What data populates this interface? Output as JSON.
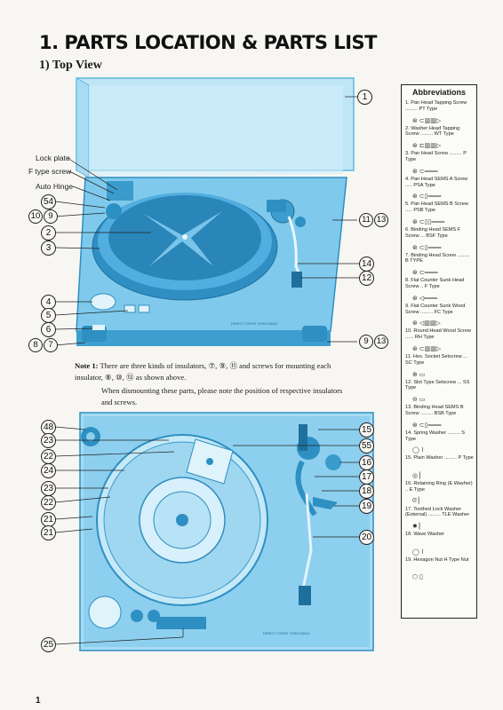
{
  "header": {
    "title": "1. PARTS LOCATION & PARTS LIST",
    "subtitle": "1) Top View"
  },
  "top_view": {
    "labels": {
      "lock_plate": "Lock plate",
      "f_type_screw": "F type screw",
      "auto_hinge": "Auto Hinge"
    },
    "callouts": {
      "c1": "1",
      "c54": "54",
      "c10": "10",
      "c9": "9",
      "c2": "2",
      "c3": "3",
      "c11": "11",
      "c13": "13",
      "c14": "14",
      "c12": "12",
      "c4": "4",
      "c5": "5",
      "c6": "6",
      "c8": "8",
      "c7": "7",
      "c9b": "9",
      "c13b": "13"
    }
  },
  "note": {
    "head": "Note 1:",
    "line1": "There are three kinds of insulators, ⑦, ⑨, ⑪ and screws for mounting each insulator, ⑧, ⑩, ⑬ as shown above.",
    "line2": "When dismounting these parts, please note the position of respective insulators and screws."
  },
  "bottom_view": {
    "callouts": {
      "c48": "48",
      "c23": "23",
      "c22": "22",
      "c24": "24",
      "c23b": "23",
      "c22b": "22",
      "c21": "21",
      "c21b": "21",
      "c25": "25",
      "c15": "15",
      "c55": "55",
      "c16": "16",
      "c17": "17",
      "c18": "18",
      "c19": "19",
      "c20": "20"
    }
  },
  "abbreviations": {
    "title": "Abbreviations",
    "items": [
      {
        "text": "1. Pan Head Tapping Screw ......... PT Type"
      },
      {
        "text": "2. Washer Head Tapping Screw ......... WT Type"
      },
      {
        "text": "3. Pan Head Screw ......... P Type"
      },
      {
        "text": "4. Pan Head SEMS A Screw ..... PSA Type"
      },
      {
        "text": "5. Pan Head SEMS B Screw ..... PSB Type"
      },
      {
        "text": "6. Binding Head SEMS F Screw ... BSF Type"
      },
      {
        "text": "7. Binding Head Screw ......... B TYPE"
      },
      {
        "text": "8. Flat Counter Sunk Head Screw .. F Type"
      },
      {
        "text": "9. Flat Counter Sunk Wood Screw ......... FC Type"
      },
      {
        "text": "10. Round Head Wood Screw ...... RH Type"
      },
      {
        "text": "11. Hex. Socket Setscrew ... SC Type"
      },
      {
        "text": "12. Slot Type Setscrew ... SS Type"
      },
      {
        "text": "13. Binding Head SEMS B Screw ......... BSB Type"
      },
      {
        "text": "14. Spring Washer ......... S Type"
      },
      {
        "text": "15. Plain Washer ......... P Type"
      },
      {
        "text": "16. Retaining Ring (E Washer) .. E Type"
      },
      {
        "text": "17. Toothed Lock Washer (External) ......... TLE Washer"
      },
      {
        "text": "18. Wave Washer"
      },
      {
        "text": "19. Hexagon Nut H Type Nut"
      }
    ]
  },
  "page_number": "1",
  "colors": {
    "cyan_main": "#4fb3e0",
    "cyan_light": "#8fd0ef",
    "cyan_dark": "#2e8fc2",
    "ink": "#1a1a1a"
  }
}
